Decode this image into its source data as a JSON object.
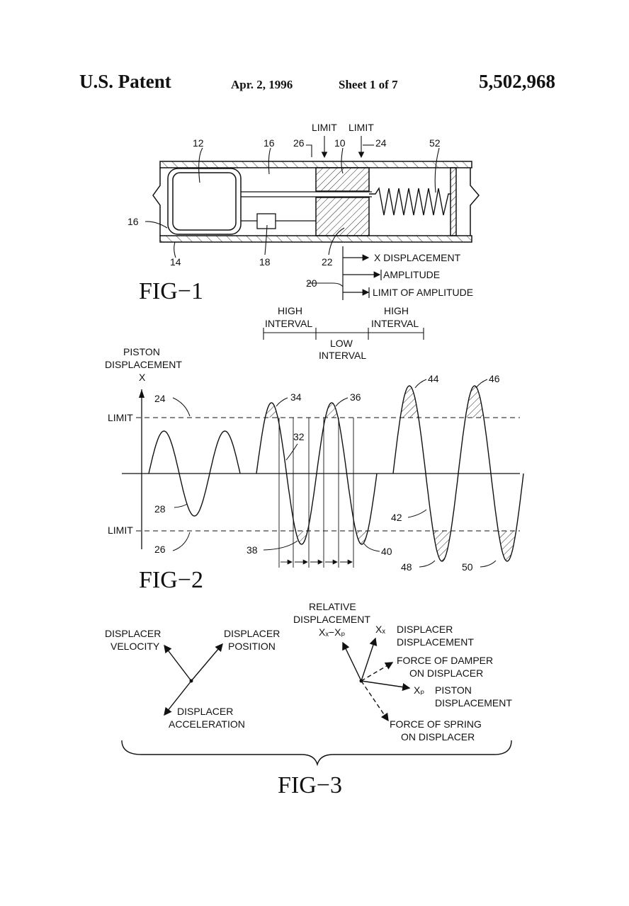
{
  "header": {
    "left": "U.S. Patent",
    "date": "Apr. 2, 1996",
    "sheet": "Sheet 1 of 7",
    "number": "5,502,968"
  },
  "fig1": {
    "title": "FIG−1",
    "limit_left": "LIMIT",
    "limit_right": "LIMIT",
    "refs": {
      "r12": "12",
      "r16a": "16",
      "r26": "26",
      "r10": "10",
      "r24": "24",
      "r52": "52",
      "r16b": "16",
      "r14": "14",
      "r18": "18",
      "r22": "22",
      "r20": "20"
    },
    "legend": {
      "x_disp": "X DISPLACEMENT",
      "amplitude": "AMPLITUDE",
      "limit_amp": "LIMIT OF AMPLITUDE"
    }
  },
  "fig2": {
    "title": "FIG−2",
    "interval_high_left_1": "HIGH",
    "interval_high_left_2": "INTERVAL",
    "interval_high_right_1": "HIGH",
    "interval_high_right_2": "INTERVAL",
    "interval_low_1": "LOW",
    "interval_low_2": "INTERVAL",
    "ylabel_1": "PISTON",
    "ylabel_2": "DISPLACEMENT",
    "ylabel_3": "X",
    "limit_upper": "LIMIT",
    "limit_lower": "LIMIT",
    "refs": {
      "r24": "24",
      "r26": "26",
      "r28": "28",
      "r32": "32",
      "r34": "34",
      "r36": "36",
      "r38": "38",
      "r40": "40",
      "r42": "42",
      "r44": "44",
      "r46": "46",
      "r48": "48",
      "r50": "50"
    }
  },
  "fig3": {
    "title": "FIG−3",
    "disp_velocity_1": "DISPLACER",
    "disp_velocity_2": "VELOCITY",
    "disp_position_1": "DISPLACER",
    "disp_position_2": "POSITION",
    "disp_accel_1": "DISPLACER",
    "disp_accel_2": "ACCELERATION",
    "rel_disp_1": "RELATIVE",
    "rel_disp_2": "DISPLACEMENT",
    "xd_xp": "Xₓ−Xₚ",
    "xd_label": "Xₓ",
    "xd_text_1": "DISPLACER",
    "xd_text_2": "DISPLACEMENT",
    "damper_1": "FORCE OF DAMPER",
    "damper_2": "ON DISPLACER",
    "xp_label": "Xₚ",
    "piston_1": "PISTON",
    "piston_2": "DISPLACEMENT",
    "spring_1": "FORCE OF SPRING",
    "spring_2": "ON DISPLACER"
  }
}
